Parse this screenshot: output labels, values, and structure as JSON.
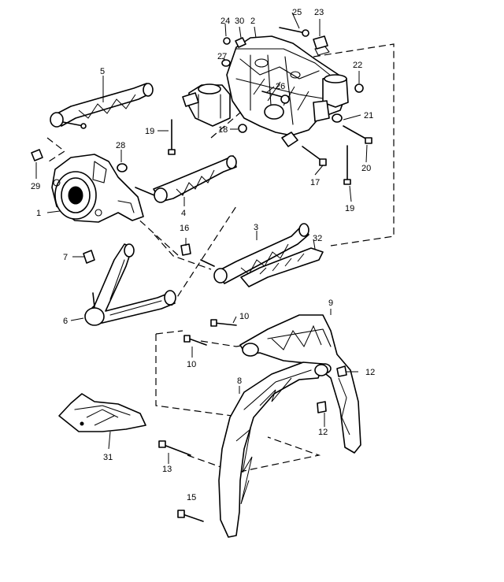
{
  "diagram": {
    "callouts": [
      {
        "id": "1",
        "text": "1"
      },
      {
        "id": "2",
        "text": "2"
      },
      {
        "id": "3",
        "text": "3"
      },
      {
        "id": "4",
        "text": "4"
      },
      {
        "id": "5",
        "text": "5"
      },
      {
        "id": "6",
        "text": "6"
      },
      {
        "id": "7",
        "text": "7"
      },
      {
        "id": "8",
        "text": "8"
      },
      {
        "id": "9",
        "text": "9"
      },
      {
        "id": "10a",
        "text": "10"
      },
      {
        "id": "10b",
        "text": "10"
      },
      {
        "id": "12a",
        "text": "12"
      },
      {
        "id": "12b",
        "text": "12"
      },
      {
        "id": "13",
        "text": "13"
      },
      {
        "id": "15",
        "text": "15"
      },
      {
        "id": "16",
        "text": "16"
      },
      {
        "id": "17",
        "text": "17"
      },
      {
        "id": "18",
        "text": "18"
      },
      {
        "id": "19a",
        "text": "19"
      },
      {
        "id": "19b",
        "text": "19"
      },
      {
        "id": "20",
        "text": "20"
      },
      {
        "id": "21",
        "text": "21"
      },
      {
        "id": "22",
        "text": "22"
      },
      {
        "id": "23",
        "text": "23"
      },
      {
        "id": "24",
        "text": "24"
      },
      {
        "id": "25",
        "text": "25"
      },
      {
        "id": "26",
        "text": "26"
      },
      {
        "id": "27",
        "text": "27"
      },
      {
        "id": "28",
        "text": "28"
      },
      {
        "id": "29",
        "text": "29"
      },
      {
        "id": "30",
        "text": "30"
      },
      {
        "id": "31",
        "text": "31"
      },
      {
        "id": "32",
        "text": "32"
      }
    ]
  }
}
